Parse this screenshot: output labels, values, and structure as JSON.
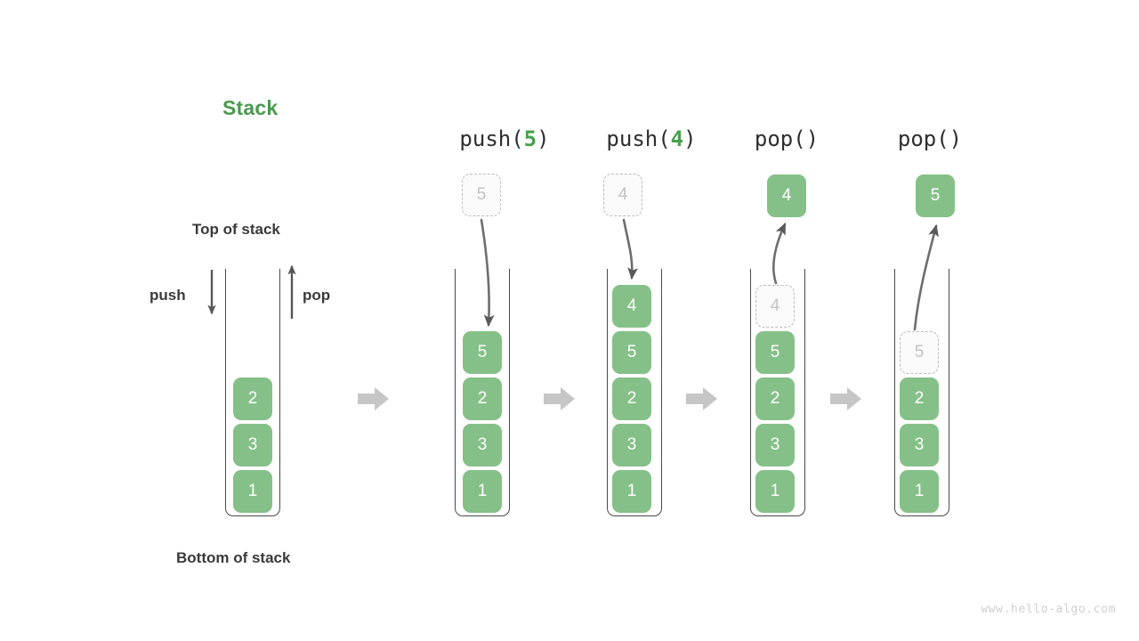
{
  "diagram": {
    "title": "Stack",
    "title_color": "#4a9a4e",
    "accent_green": "#85c088",
    "ghost_gray": "#bdbdbd",
    "arrow_gray": "#c6c6c6",
    "labels": {
      "top_of_stack": "Top of stack",
      "bottom_of_stack": "Bottom of stack",
      "push": "push",
      "pop": "pop"
    },
    "watermark": "www.hello-algo.com"
  },
  "states": [
    {
      "id": "initial",
      "header": "",
      "header_fn": "",
      "header_arg": "",
      "stack": [
        "2",
        "3",
        "1"
      ],
      "incoming": null,
      "outgoing": null,
      "ghost_in_stack": null
    },
    {
      "id": "push-5",
      "header_fn": "push(",
      "header_arg": "5",
      "header_close": ")",
      "stack": [
        "5",
        "2",
        "3",
        "1"
      ],
      "incoming": "5",
      "outgoing": null,
      "ghost_in_stack": null
    },
    {
      "id": "push-4",
      "header_fn": "push(",
      "header_arg": "4",
      "header_close": ")",
      "stack": [
        "4",
        "5",
        "2",
        "3",
        "1"
      ],
      "incoming": "4",
      "outgoing": null,
      "ghost_in_stack": null
    },
    {
      "id": "pop-1",
      "header_fn": "pop(",
      "header_arg": "",
      "header_close": ")",
      "stack": [
        "5",
        "2",
        "3",
        "1"
      ],
      "incoming": null,
      "outgoing": "4",
      "ghost_in_stack": "4"
    },
    {
      "id": "pop-2",
      "header_fn": "pop(",
      "header_arg": "",
      "header_close": ")",
      "stack": [
        "2",
        "3",
        "1"
      ],
      "incoming": null,
      "outgoing": "5",
      "ghost_in_stack": "5"
    }
  ],
  "boxes": {
    "c0": {
      "b0": "2",
      "b1": "3",
      "b2": "1"
    },
    "c1": {
      "ghost": "5",
      "b0": "5",
      "b1": "2",
      "b2": "3",
      "b3": "1"
    },
    "c2": {
      "ghost": "4",
      "b0": "4",
      "b1": "5",
      "b2": "2",
      "b3": "3",
      "b4": "1"
    },
    "c3": {
      "popped": "4",
      "ghost": "4",
      "b0": "5",
      "b1": "2",
      "b2": "3",
      "b3": "1"
    },
    "c4": {
      "popped": "5",
      "ghost": "5",
      "b0": "2",
      "b1": "3",
      "b2": "1"
    }
  },
  "headers": {
    "h1_fn": "push(",
    "h1_arg": "5",
    "h1_close": ")",
    "h2_fn": "push(",
    "h2_arg": "4",
    "h2_close": ")",
    "h3_fn": "pop(",
    "h3_arg": "",
    "h3_close": ")",
    "h4_fn": "pop(",
    "h4_arg": "",
    "h4_close": ")"
  }
}
